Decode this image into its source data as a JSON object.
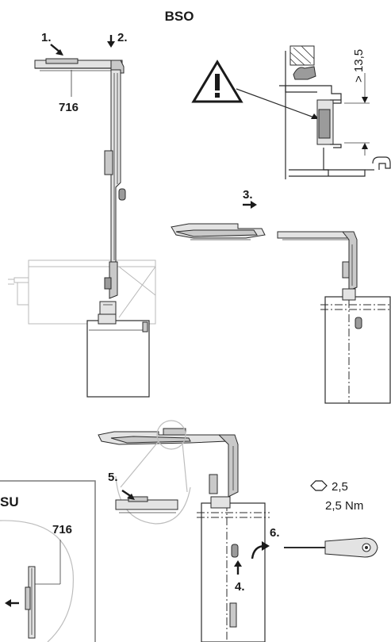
{
  "title": "BSO",
  "steps": {
    "step1": "1.",
    "step2": "2.",
    "step3": "3.",
    "step4": "4.",
    "step5": "5.",
    "step6": "6."
  },
  "part_number_top": "716",
  "part_number_inset": "716",
  "dimension_label": "> 13,5",
  "tool": {
    "hex_size": "2,5",
    "torque": "2,5 Nm"
  },
  "inset_title_fragment": "SU",
  "warning_symbol": "warning-triangle-icon"
}
